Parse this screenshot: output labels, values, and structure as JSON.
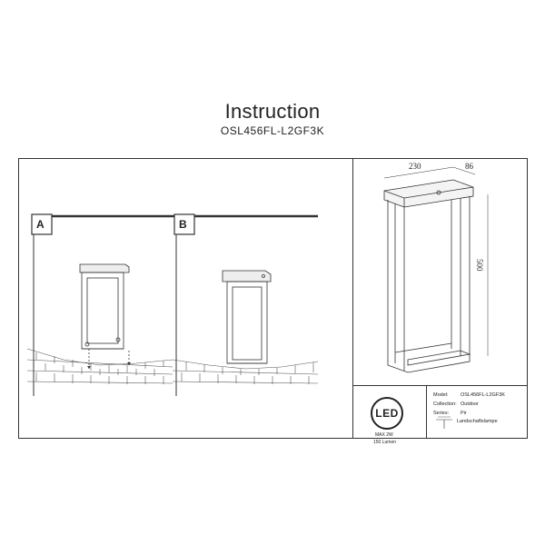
{
  "document": {
    "title": "Instruction",
    "model_code": "OSL456FL-L2GF3K"
  },
  "panels": {
    "a_label": "A",
    "b_label": "B"
  },
  "dimensions": {
    "width": "230",
    "depth": "86",
    "height": "500"
  },
  "led": {
    "logo_text": "LED",
    "max_power": "MAX 2W",
    "lumen": "150 Lumen"
  },
  "info": {
    "model_label": "Model:",
    "model_value": "OSL456FL-L2GF3K",
    "collection_label": "Collection:",
    "collection_value": "Outdoor",
    "series_label": "Series:",
    "series_value": "Pir",
    "type_value": "Landschaftslampe"
  },
  "colors": {
    "line": "#333333",
    "paper": "#ffffff"
  }
}
